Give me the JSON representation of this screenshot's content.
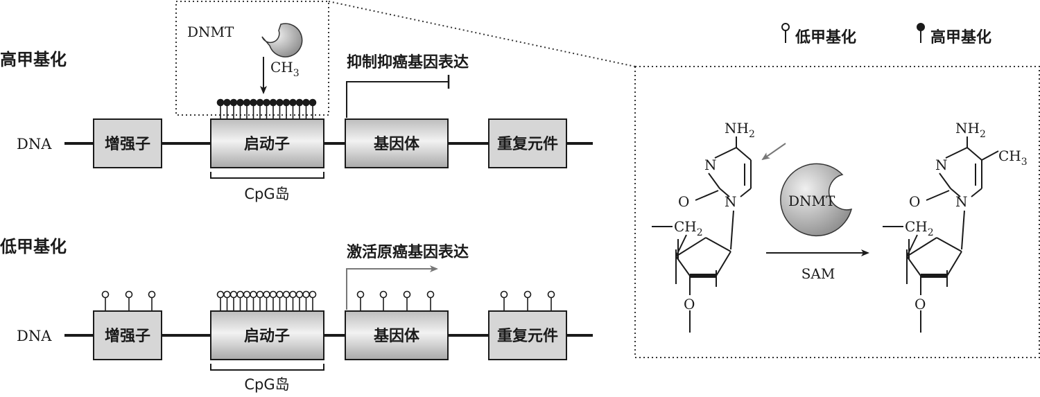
{
  "legend": {
    "low": "低甲基化",
    "high": "高甲基化"
  },
  "panels": {
    "high": {
      "title": "高甲基化",
      "dna_label": "DNA",
      "enhancer": "增强子",
      "promoter": "启动子",
      "gene_body": "基因体",
      "repeat": "重复元件",
      "cpg_island": "CpG岛",
      "annotation": "抑制抑癌基因表达",
      "dnmt": "DNMT",
      "methyl": "CH",
      "methyl_sub": "3"
    },
    "low": {
      "title": "低甲基化",
      "dna_label": "DNA",
      "enhancer": "增强子",
      "promoter": "启动子",
      "gene_body": "基因体",
      "repeat": "重复元件",
      "cpg_island": "CpG岛",
      "annotation": "激活原癌基因表达"
    }
  },
  "reaction": {
    "enzyme": "DNMT",
    "cofactor": "SAM",
    "left": {
      "amine": "NH",
      "amine_sub": "2",
      "n3": "N",
      "n1": "N",
      "oxygen": "O",
      "ch2": "CH",
      "ch2_sub": "2",
      "o3": "O"
    },
    "right": {
      "amine": "NH",
      "amine_sub": "2",
      "n3": "N",
      "n1": "N",
      "oxygen": "O",
      "methyl": "CH",
      "methyl_sub": "3",
      "ch2": "CH",
      "ch2_sub": "2",
      "o3": "O"
    }
  },
  "colors": {
    "line": "#1a1a1a",
    "box_fill": "#d6d6d6",
    "enzyme_fill": "#b5b5b5",
    "arrow_gray": "#777777",
    "dotted": "#333333"
  },
  "icons": [
    "unmethylated-cpg-pin-icon",
    "methylated-cpg-pin-icon",
    "dnmt-enzyme-icon",
    "arrow-icon"
  ]
}
